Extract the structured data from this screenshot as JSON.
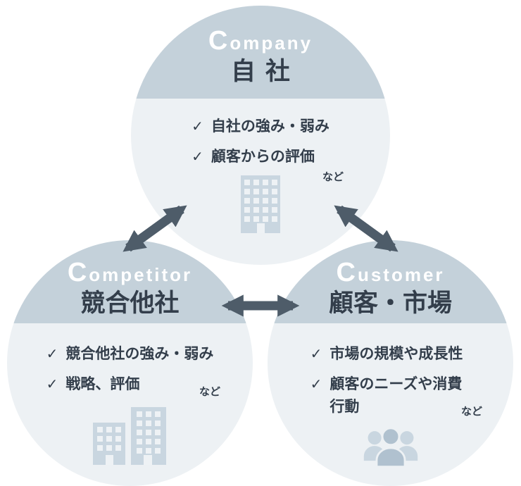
{
  "checkmark": "✓",
  "circles": {
    "company": {
      "initial": "C",
      "rest": "ompany",
      "title": "自社",
      "items": [
        "自社の強み・弱み",
        "顧客からの評価"
      ],
      "etc": "など"
    },
    "competitor": {
      "initial": "C",
      "rest": "ompetitor",
      "title": "競合他社",
      "items": [
        "競合他社の強み・弱み",
        "戦略、評価"
      ],
      "etc": "など"
    },
    "customer": {
      "initial": "C",
      "rest": "ustomer",
      "title": "顧客・市場",
      "items": [
        "市場の規模や成長性",
        "顧客のニーズや消費行動"
      ],
      "etc": "など"
    }
  },
  "icons": {
    "company": "building-icon",
    "competitor": "buildings-icon",
    "customer": "people-icon",
    "list_marker": "check-icon",
    "connectors": [
      "arrow-company-competitor",
      "arrow-company-customer",
      "arrow-competitor-customer"
    ]
  },
  "colors": {
    "background": "#ffffff",
    "header_bg": "#c4d1da",
    "body_bg": "#edf1f4",
    "text_dark": "#333e4b",
    "label_white": "#ffffff",
    "arrow": "#4e5c69",
    "icon_fill": "#c9d6e0",
    "icon_front_fill": "#b0c1cf",
    "window_fill": "#eef2f5"
  }
}
